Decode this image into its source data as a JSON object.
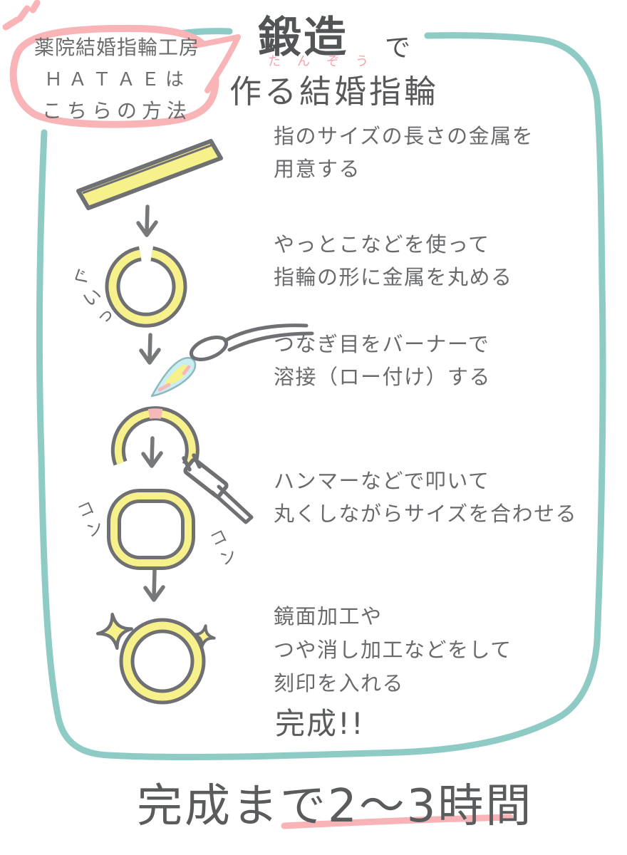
{
  "speech_bubble": {
    "line1": "薬院結婚指輪工房",
    "line2": "ＨＡＴＡＥは",
    "line3": "こちらの方法"
  },
  "title": {
    "main": "鍛造",
    "particle": "で",
    "furigana": "たんぞう",
    "second_line": "作る結婚指輪"
  },
  "steps": [
    {
      "name": "prepare-metal",
      "line1": "指のサイズの長さの金属を",
      "line2": "用意する"
    },
    {
      "name": "bend-ring",
      "line1": "やっとこなどを使って",
      "line2": "指輪の形に金属を丸める",
      "sfx": "ぐいっ"
    },
    {
      "name": "weld-joint",
      "line1": "つなぎ目をバーナーで",
      "line2": "溶接（ロー付け）する"
    },
    {
      "name": "hammer-shape",
      "line1": "ハンマーなどで叩いて",
      "line2": "丸くしながらサイズを合わせる",
      "sfx_left": "コン",
      "sfx_right": "コン"
    },
    {
      "name": "finishing",
      "line1": "鏡面加工や",
      "line2": "つや消し加工などをして",
      "line3": "刻印を入れる",
      "done": "完成!!"
    }
  ],
  "footer": {
    "headline": "完成まで2〜3時間"
  },
  "colors": {
    "teal_border": "#8ecbc4",
    "pink_accent": "#f8b4b7",
    "furigana_pink": "#f5a3aa",
    "yellow_metal": "#f7f18c",
    "ink_grey": "#686a6d",
    "flame_blue": "#cbeef3"
  }
}
